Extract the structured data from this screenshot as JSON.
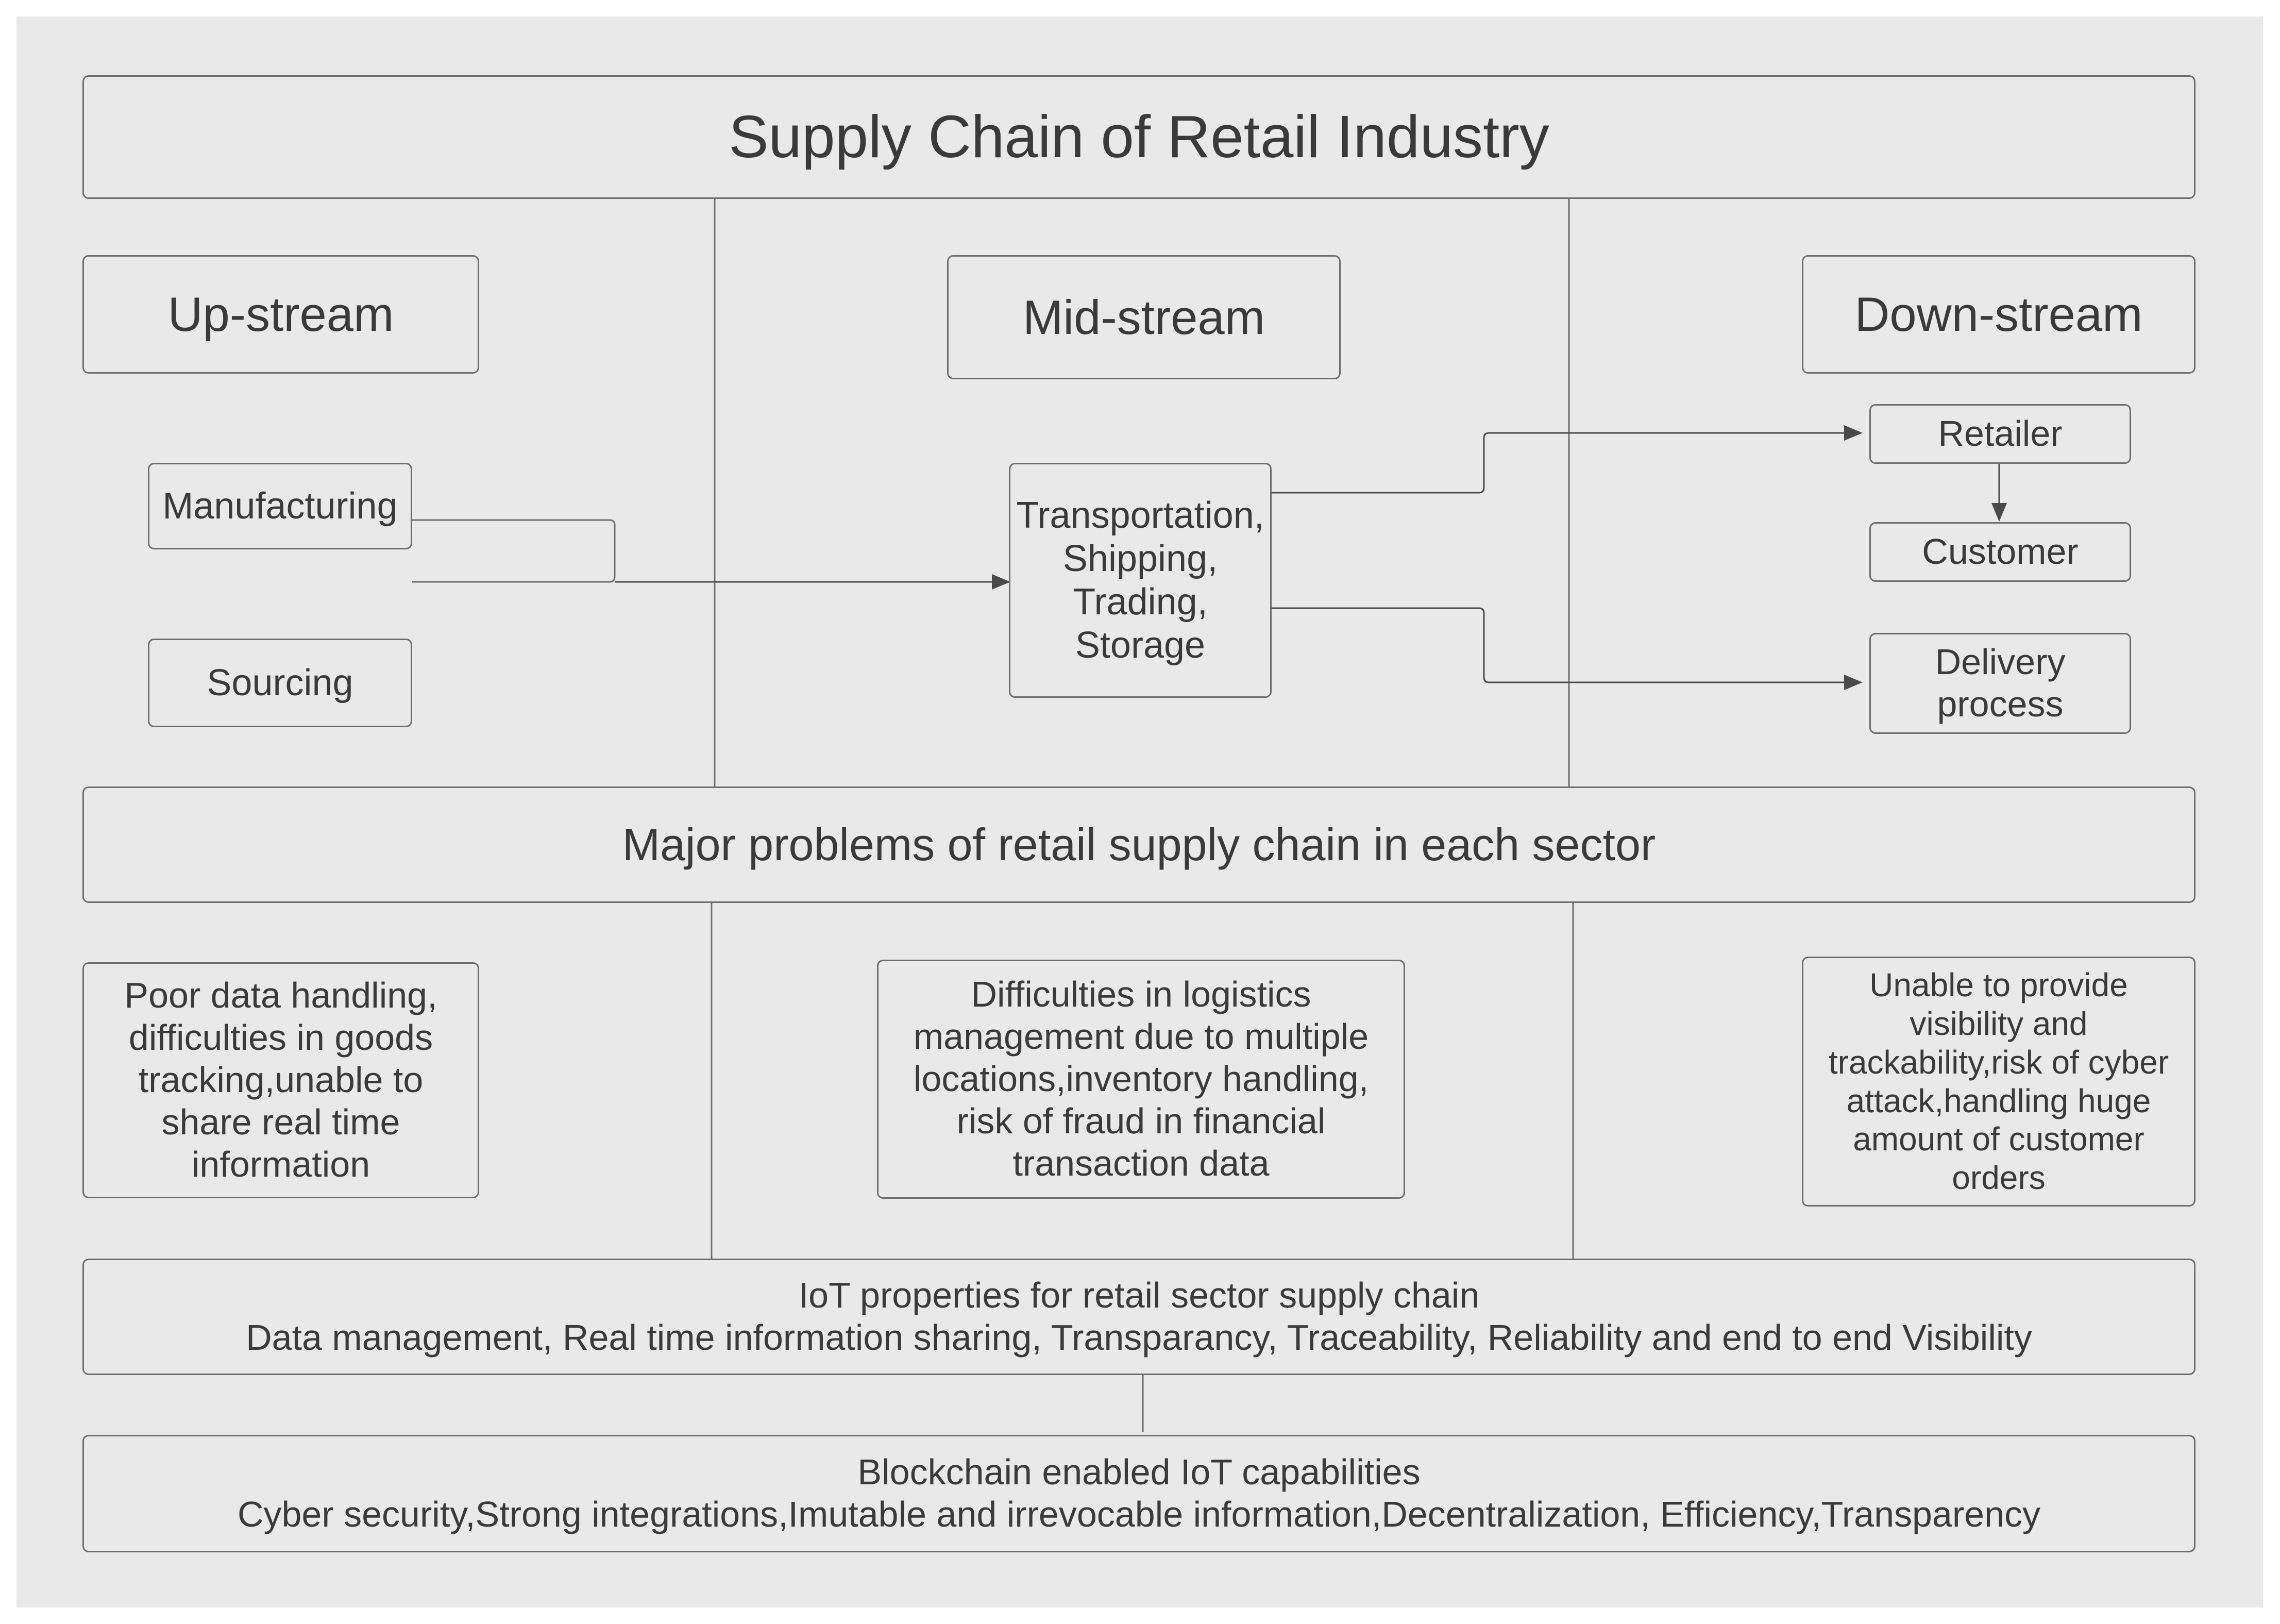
{
  "title": "Supply Chain of Retail Industry",
  "sections": {
    "upstream": "Up-stream",
    "midstream": "Mid-stream",
    "downstream": "Down-stream"
  },
  "upstream_nodes": {
    "manufacturing": "Manufacturing",
    "sourcing": "Sourcing"
  },
  "midstream_node": "Transportation,\nShipping,\nTrading,\nStorage",
  "downstream_nodes": {
    "retailer": "Retailer",
    "customer": "Customer",
    "delivery": "Delivery\nprocess"
  },
  "problems_header": "Major problems of retail supply chain in each sector",
  "problems": {
    "upstream": "Poor data handling,\ndifficulties in goods\ntracking,unable to\nshare real time\ninformation",
    "midstream": "Difficulties in logistics\nmanagement due to multiple\nlocations,inventory handling,\nrisk of fraud in financial\ntransaction data",
    "downstream": "Unable to provide\nvisibility and\ntrackability,risk of cyber\nattack,handling huge\namount of customer\norders"
  },
  "iot": {
    "title": "IoT properties for retail sector supply chain",
    "body": "Data management, Real time information sharing, Transparancy, Traceability, Reliability and end to end Visibility"
  },
  "blockchain": {
    "title": "Blockchain enabled IoT capabilities",
    "body": "Cyber security,Strong integrations,Imutable and irrevocable information,Decentralization, Efficiency,Transparency"
  }
}
